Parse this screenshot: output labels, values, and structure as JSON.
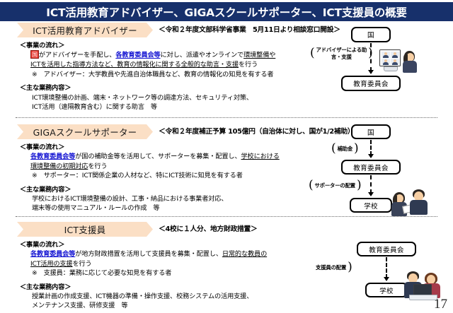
{
  "page": {
    "title": "ICT活用教育アドバイザー、GIGAスクールサポーター、ICT支援員の概要",
    "page_number": "17",
    "title_bar_color": "#17306b",
    "banner_color": "#fbdfc5",
    "link_color": "#1414d2"
  },
  "sections": [
    {
      "banner_label": "ICT活用教育アドバイザー",
      "banner_note": "＜令和２年度文部科学省事業　5月11日より相談窓口開設＞",
      "flow_heading": "＜事業の流れ＞",
      "flow_lines": [
        "国がアドバイザーを手配し、各教育委員会等に対し、派遣やオンラインで環境整備や",
        "ICTを活用した指導方法など、教育の情報化に関する全般的な助言・支援を行う"
      ],
      "note_line": "※　アドバイザー：大学教員や先進自治体職員など、教育の情報化の知見を有する者",
      "duties_heading": "＜主な業務内容＞",
      "duties_lines": [
        "ICT環境整備の計画、端末・ネットワーク等の調達方法、セキュリティ対策、",
        "ICT活用（遠隔教育含む）に関する助言　等"
      ],
      "diagram": {
        "nodes": [
          "国",
          "教育委員会"
        ],
        "edge_labels": [
          "アドバイザーによる助言・支援"
        ],
        "illustration": "video-conference"
      }
    },
    {
      "banner_label": "GIGAスクールサポーター",
      "banner_note": "＜令和２年度補正予算 105億円（自治体に対し、国が1/2補助）＞",
      "flow_heading": "＜事業の流れ＞",
      "flow_lines": [
        "各教育委員会等が国の補助金等を活用して、サポーターを募集・配置し、学校における",
        "環境整備の初期対応を行う"
      ],
      "note_line": "※　サポーター：ICT関係企業の人材など、特にICT技術に知見を有する者",
      "duties_heading": "＜主な業務内容＞",
      "duties_lines": [
        "学校におけるICT環境整備の設計、工事・納品における事業者対応、",
        "端末等の使用マニュアル・ルールの作成　等"
      ],
      "diagram": {
        "nodes": [
          "国",
          "教育委員会",
          "学校"
        ],
        "edge_labels": [
          "補助金",
          "サポーターの配置"
        ],
        "illustration": "two-people-handover"
      }
    },
    {
      "banner_label": "ICT支援員",
      "banner_note": "＜4校に１人分、地方財政措置＞",
      "flow_heading": "＜事業の流れ＞",
      "flow_lines": [
        "各教育委員会等が地方財政措置を活用して支援員を募集・配置し、日常的な教員の",
        "ICT活用の支援を行う"
      ],
      "note_line": "※　支援員：業務に応じて必要な知見を有する者",
      "duties_heading": "＜主な業務内容＞",
      "duties_lines": [
        "授業計画の作成支援、ICT機器の準備・操作支援、校務システムの活用支援、",
        "メンテナンス支援、研修支援　等"
      ],
      "diagram": {
        "nodes": [
          "教育委員会",
          "学校"
        ],
        "edge_labels": [
          "支援員の配置"
        ],
        "illustration": "two-people-pc"
      }
    }
  ]
}
